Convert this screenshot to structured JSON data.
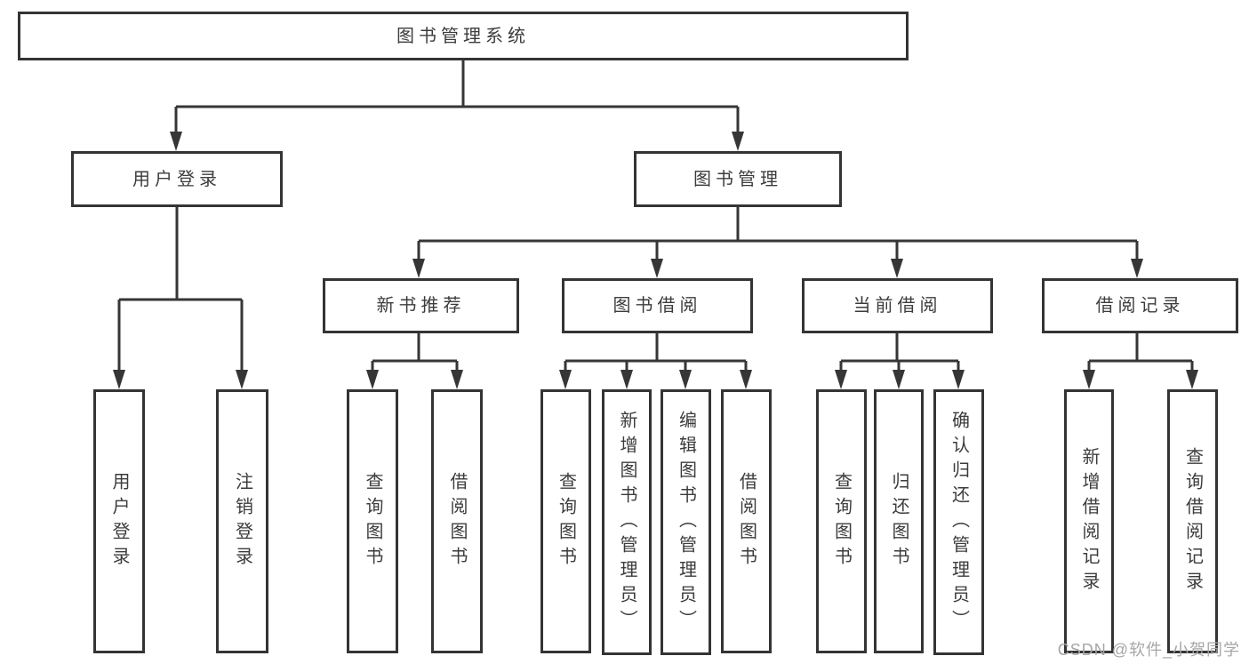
{
  "diagram": {
    "root": "图书管理系统",
    "branches": [
      {
        "label": "用户登录",
        "leaves": [
          "用户登录",
          "注销登录"
        ]
      },
      {
        "label": "图书管理",
        "sections": [
          {
            "label": "新书推荐",
            "leaves": [
              "查询图书",
              "借阅图书"
            ]
          },
          {
            "label": "图书借阅",
            "leaves": [
              "查询图书",
              "新增图书（管理员）",
              "编辑图书（管理员）",
              "借阅图书"
            ]
          },
          {
            "label": "当前借阅",
            "leaves": [
              "查询图书",
              "归还图书",
              "确认归还（管理员）"
            ]
          },
          {
            "label": "借阅记录",
            "leaves": [
              "新增借阅记录",
              "查询借阅记录"
            ]
          }
        ]
      }
    ]
  },
  "watermark": "CSDN @软件_小贺同学",
  "colors": {
    "line": "#363636",
    "box_border": "#343434",
    "text": "#3c3c3c",
    "watermark": "#a6a6a6",
    "background": "#ffffff"
  }
}
